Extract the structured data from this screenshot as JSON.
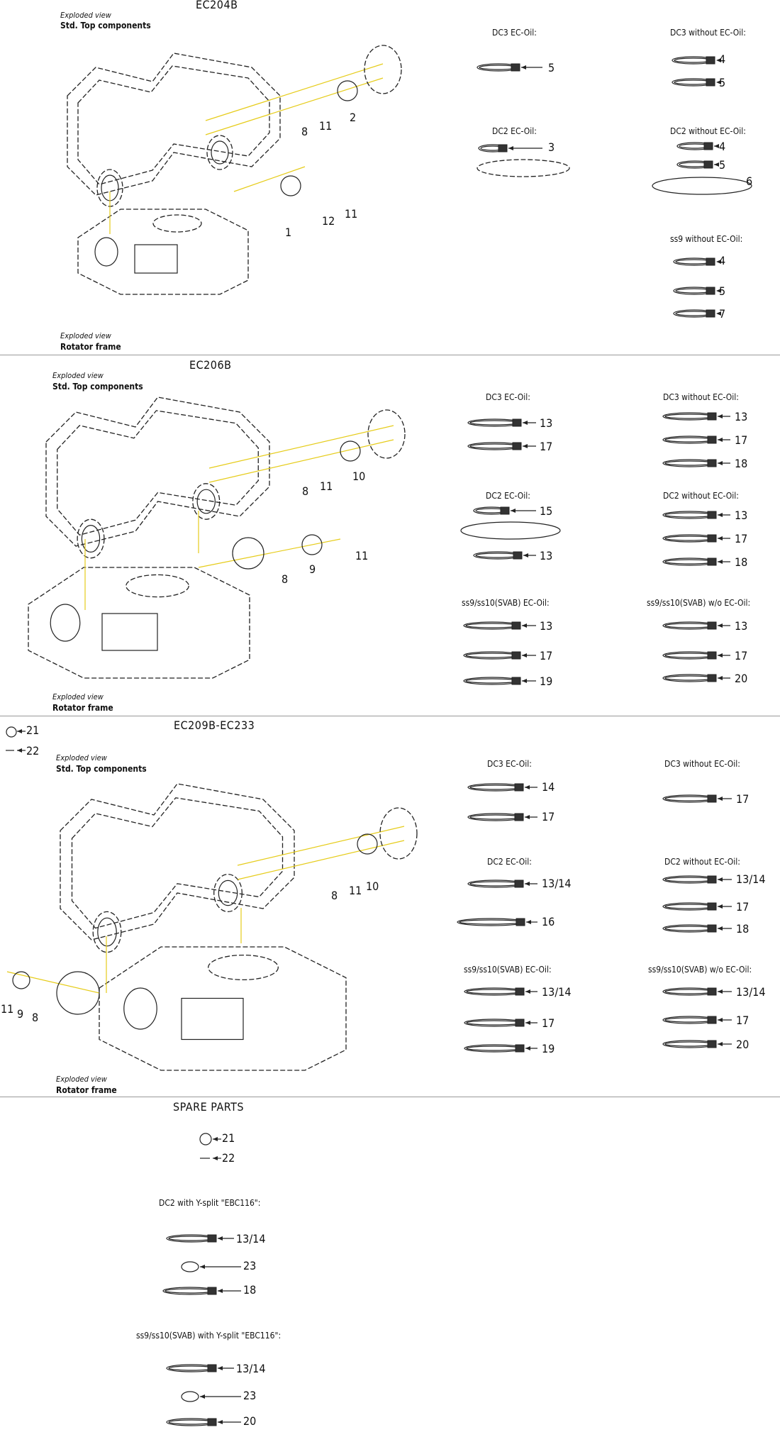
{
  "colors": {
    "line": "#222222",
    "yellow": "#e6cc1a",
    "separator": "#999999"
  },
  "sections": [
    {
      "title": "EC204B",
      "labels": {
        "exploded_top": "Exploded view",
        "top": "Std. Top components",
        "exploded_frame": "Exploded view",
        "frame": "Rotator frame"
      },
      "callouts": [
        "8",
        "11",
        "2",
        "1",
        "12",
        "11"
      ],
      "groups": [
        {
          "title": "DC3 EC-Oil:",
          "items": [
            "5"
          ]
        },
        {
          "title": "DC3 without EC-Oil:",
          "items": [
            "4",
            "5"
          ]
        },
        {
          "title": "DC2 EC-Oil:",
          "items": [
            "3"
          ]
        },
        {
          "title": "DC2 without EC-Oil:",
          "items": [
            "4",
            "5",
            "6"
          ]
        },
        {
          "title": "ss9 without EC-Oil:",
          "items": [
            "4",
            "5",
            "7"
          ]
        }
      ]
    },
    {
      "title": "EC206B",
      "labels": {
        "exploded_top": "Exploded view",
        "top": "Std. Top components",
        "exploded_frame": "Exploded view",
        "frame": "Rotator frame"
      },
      "callouts": [
        "8",
        "11",
        "10",
        "8",
        "9",
        "11"
      ],
      "groups": [
        {
          "title": "DC3 EC-Oil:",
          "items": [
            "13",
            "17"
          ]
        },
        {
          "title": "DC3 without EC-Oil:",
          "items": [
            "13",
            "17",
            "18"
          ]
        },
        {
          "title": "DC2 EC-Oil:",
          "items": [
            "15",
            "13"
          ]
        },
        {
          "title": "DC2 without EC-Oil:",
          "items": [
            "13",
            "17",
            "18"
          ]
        },
        {
          "title": "ss9/ss10(SVAB) EC-Oil:",
          "items": [
            "13",
            "17",
            "19"
          ]
        },
        {
          "title": "ss9/ss10(SVAB) w/o EC-Oil:",
          "items": [
            "13",
            "17",
            "20"
          ]
        }
      ]
    },
    {
      "title": "EC209B-EC233",
      "corner": [
        "21",
        "22"
      ],
      "labels": {
        "exploded_top": "Exploded view",
        "top": "Std. Top components",
        "exploded_frame": "Exploded view",
        "frame": "Rotator frame"
      },
      "callouts": [
        "8",
        "11",
        "10",
        "11",
        "9",
        "8"
      ],
      "groups": [
        {
          "title": "DC3 EC-Oil:",
          "items": [
            "14",
            "17"
          ]
        },
        {
          "title": "DC3 without EC-Oil:",
          "items": [
            "17"
          ]
        },
        {
          "title": "DC2 EC-Oil:",
          "items": [
            "13/14",
            "16"
          ]
        },
        {
          "title": "DC2 without EC-Oil:",
          "items": [
            "13/14",
            "17",
            "18"
          ]
        },
        {
          "title": "ss9/ss10(SVAB) EC-Oil:",
          "items": [
            "13/14",
            "17",
            "19"
          ]
        },
        {
          "title": "ss9/ss10(SVAB) w/o EC-Oil:",
          "items": [
            "13/14",
            "17",
            "20"
          ]
        }
      ]
    }
  ],
  "spare": {
    "title": "SPARE PARTS",
    "items": [
      "21",
      "22"
    ],
    "dc2_title": "DC2 with Y-split \"EBC116\":",
    "dc2_items": [
      "13/14",
      "23",
      "18"
    ],
    "ss_title": "ss9/ss10(SVAB) with Y-split \"EBC116\":",
    "ss_items": [
      "13/14",
      "23",
      "20"
    ]
  }
}
